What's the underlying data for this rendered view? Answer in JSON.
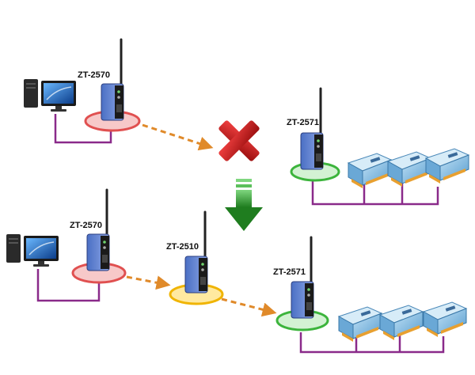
{
  "scenario_direct": {
    "host_device_label": "ZT-2570",
    "remote_device_label": "ZT-2571"
  },
  "scenario_repeater": {
    "host_device_label": "ZT-2570",
    "repeater_device_label": "ZT-2510",
    "remote_device_label": "ZT-2571"
  },
  "colors": {
    "host_ring": "#e05050",
    "repeater_ring": "#f0b400",
    "remote_ring": "#3cb43c",
    "cable": "#8a2a8a",
    "signal_arrow": "#e08a2a",
    "blocked_x": "#d01818",
    "transition_arrow": "#2e9a2e"
  },
  "icons": [
    "computer-icon",
    "radio-modem-icon",
    "io-module-icon",
    "blocked-x-icon",
    "down-arrow-icon"
  ]
}
